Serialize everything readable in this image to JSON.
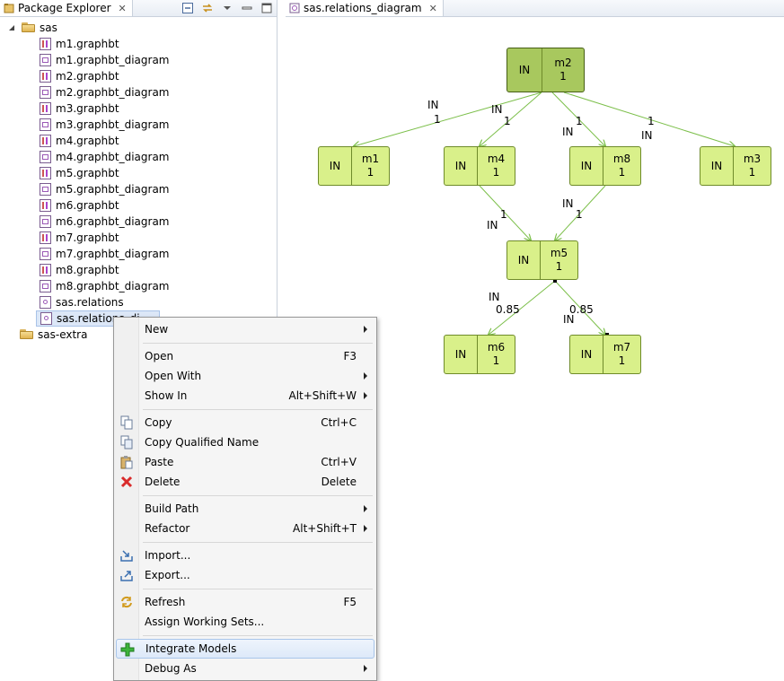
{
  "explorer": {
    "tab_title": "Package Explorer",
    "tree": [
      {
        "label": "sas",
        "kind": "project",
        "expanded": true
      },
      {
        "label": "m1.graphbt",
        "kind": "graph"
      },
      {
        "label": "m1.graphbt_diagram",
        "kind": "diagram"
      },
      {
        "label": "m2.graphbt",
        "kind": "graph"
      },
      {
        "label": "m2.graphbt_diagram",
        "kind": "diagram"
      },
      {
        "label": "m3.graphbt",
        "kind": "graph"
      },
      {
        "label": "m3.graphbt_diagram",
        "kind": "diagram"
      },
      {
        "label": "m4.graphbt",
        "kind": "graph"
      },
      {
        "label": "m4.graphbt_diagram",
        "kind": "diagram"
      },
      {
        "label": "m5.graphbt",
        "kind": "graph"
      },
      {
        "label": "m5.graphbt_diagram",
        "kind": "diagram"
      },
      {
        "label": "m6.graphbt",
        "kind": "graph"
      },
      {
        "label": "m6.graphbt_diagram",
        "kind": "diagram"
      },
      {
        "label": "m7.graphbt",
        "kind": "graph"
      },
      {
        "label": "m7.graphbt_diagram",
        "kind": "diagram"
      },
      {
        "label": "m8.graphbt",
        "kind": "graph"
      },
      {
        "label": "m8.graphbt_diagram",
        "kind": "diagram"
      },
      {
        "label": "sas.relations",
        "kind": "relations"
      },
      {
        "label": "sas.relations_di",
        "kind": "relations",
        "selected": true
      },
      {
        "label": "sas-extra",
        "kind": "project",
        "expanded": false
      }
    ]
  },
  "editor": {
    "tab_title": "sas.relations_diagram",
    "nodes": {
      "m2": {
        "port": "IN",
        "name": "m2",
        "value": "1"
      },
      "m1": {
        "port": "IN",
        "name": "m1",
        "value": "1"
      },
      "m4": {
        "port": "IN",
        "name": "m4",
        "value": "1"
      },
      "m8": {
        "port": "IN",
        "name": "m8",
        "value": "1"
      },
      "m3": {
        "port": "IN",
        "name": "m3",
        "value": "1"
      },
      "m5": {
        "port": "IN",
        "name": "m5",
        "value": "1"
      },
      "m6": {
        "port": "IN",
        "name": "m6",
        "value": "1"
      },
      "m7": {
        "port": "IN",
        "name": "m7",
        "value": "1"
      }
    },
    "edge_labels": {
      "in": "IN",
      "one": "1",
      "w085": "0.85"
    }
  },
  "menu": {
    "items": [
      {
        "label": "New",
        "accel": "",
        "submenu": true
      },
      {
        "label": "Open",
        "accel": "F3",
        "submenu": false
      },
      {
        "label": "Open With",
        "accel": "",
        "submenu": true
      },
      {
        "label": "Show In",
        "accel": "Alt+Shift+W",
        "submenu": true
      },
      {
        "label": "Copy",
        "accel": "Ctrl+C",
        "submenu": false
      },
      {
        "label": "Copy Qualified Name",
        "accel": "",
        "submenu": false
      },
      {
        "label": "Paste",
        "accel": "Ctrl+V",
        "submenu": false
      },
      {
        "label": "Delete",
        "accel": "Delete",
        "submenu": false
      },
      {
        "label": "Build Path",
        "accel": "",
        "submenu": true
      },
      {
        "label": "Refactor",
        "accel": "Alt+Shift+T",
        "submenu": true
      },
      {
        "label": "Import...",
        "accel": "",
        "submenu": false
      },
      {
        "label": "Export...",
        "accel": "",
        "submenu": false
      },
      {
        "label": "Refresh",
        "accel": "F5",
        "submenu": false
      },
      {
        "label": "Assign Working Sets...",
        "accel": "",
        "submenu": false
      },
      {
        "label": "Integrate Models",
        "accel": "",
        "submenu": false,
        "highlighted": true
      },
      {
        "label": "Debug As",
        "accel": "",
        "submenu": true
      }
    ]
  },
  "colors": {
    "node_fill": "#d9f08a",
    "root_fill": "#a8c85e",
    "edge": "#7cbf4a",
    "menu_highlight": "#dde9f9"
  }
}
